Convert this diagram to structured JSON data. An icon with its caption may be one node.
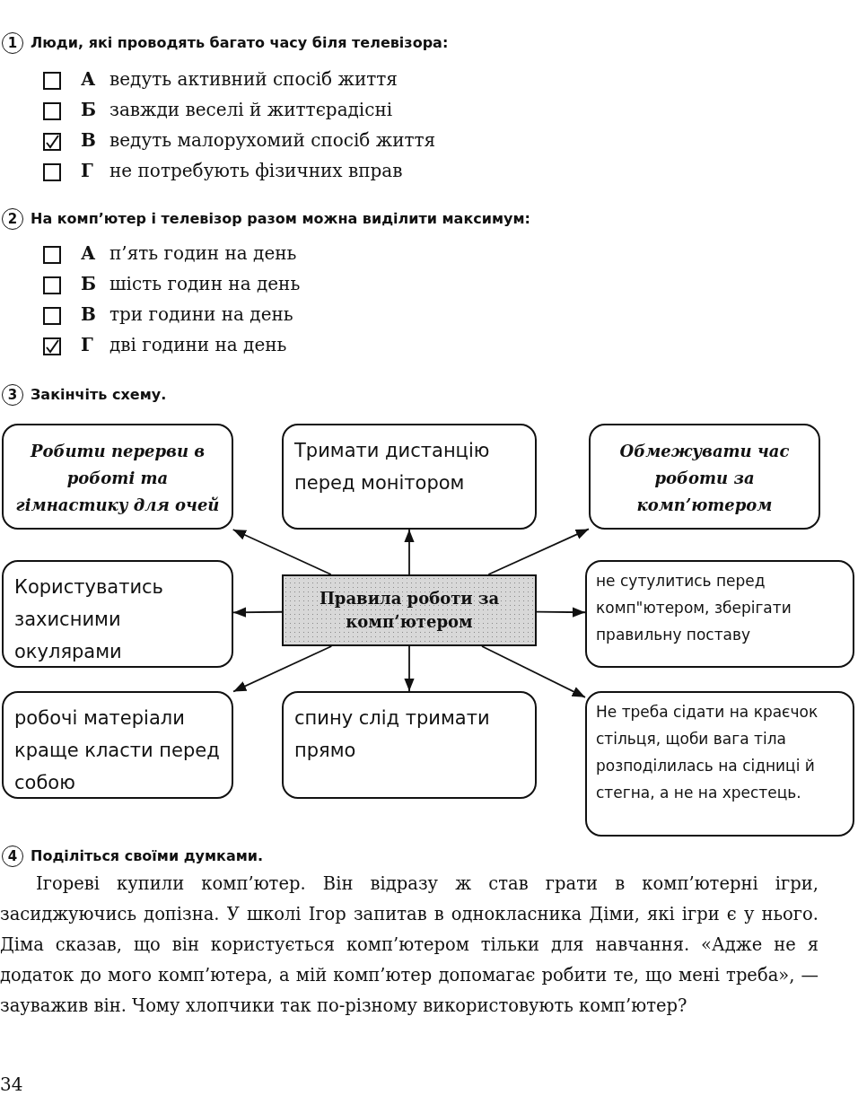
{
  "diagram": {
    "nodes": [
      {
        "text": [
          "Робити перерви в роботі та гімнастику для очей"
        ]
      },
      {
        "text": [
          "Тримати дистанцію перед монітором"
        ]
      },
      {
        "text": [
          "Обмежувати час роботи за комп’ютером"
        ]
      },
      {
        "text": [
          "Користуватись захисними окулярами"
        ]
      },
      {
        "text": [
          "Правила роботи за комп’ютером"
        ]
      },
      {
        "text": [
          "не сутулитись перед комп\"ютером, зберігати правильну поставу"
        ]
      },
      {
        "text": [
          "робочі матеріали краще класти перед собою"
        ]
      },
      {
        "text": [
          "спину слід тримати прямо"
        ]
      },
      {
        "text": [
          "Не треба сідати на краєчок стільця, щоби вага тіла розподілилась на сідниці й стегна, а не на хрестець."
        ]
      }
    ],
    "edges": [
      {
        "from": 4,
        "to": 0,
        "arrow": "to"
      },
      {
        "from": 4,
        "to": 1,
        "arrow": "to"
      },
      {
        "from": 4,
        "to": 2,
        "arrow": "to"
      },
      {
        "from": 4,
        "to": 3,
        "arrow": "to"
      },
      {
        "from": 4,
        "to": 5,
        "arrow": "to"
      },
      {
        "from": 4,
        "to": 6,
        "arrow": "to"
      },
      {
        "from": 4,
        "to": 7,
        "arrow": "to"
      },
      {
        "from": 4,
        "to": 8,
        "arrow": "to"
      }
    ],
    "labels": [
      "1",
      "Люди, які проводять багато часу біля телевізора:",
      "А",
      "ведуть активний спосіб життя",
      "Б",
      "завжди веселі й життєрадісні",
      "В",
      "ведуть малорухомий спосіб життя",
      "Г",
      "не потребують фізичних вправ",
      "2",
      "На комп’ютер і телевізор разом можна виділити максимум:",
      "А",
      "п’ять годин на день",
      "Б",
      "шість годин на день",
      "В",
      "три години на день",
      "Г",
      "дві години на день",
      "3",
      "Закінчіть схему.",
      "4",
      "Поділіться своїми думками.",
      "Ігореві купили комп’ютер. Він відразу ж став грати в комп’ютерні ігри, засиджуючись допізна. У школі Ігор запитав в однокласника Діми, які ігри є у нього. Діма сказав, що він користується комп’ютером тільки для навчання. «Адже не я додаток до мого комп’ютера, а мій комп’ютер допомагає робити те, що мені треба», — зауважив він. Чому хлопчики так по-різному використовують комп’ютер?",
      "34"
    ]
  }
}
